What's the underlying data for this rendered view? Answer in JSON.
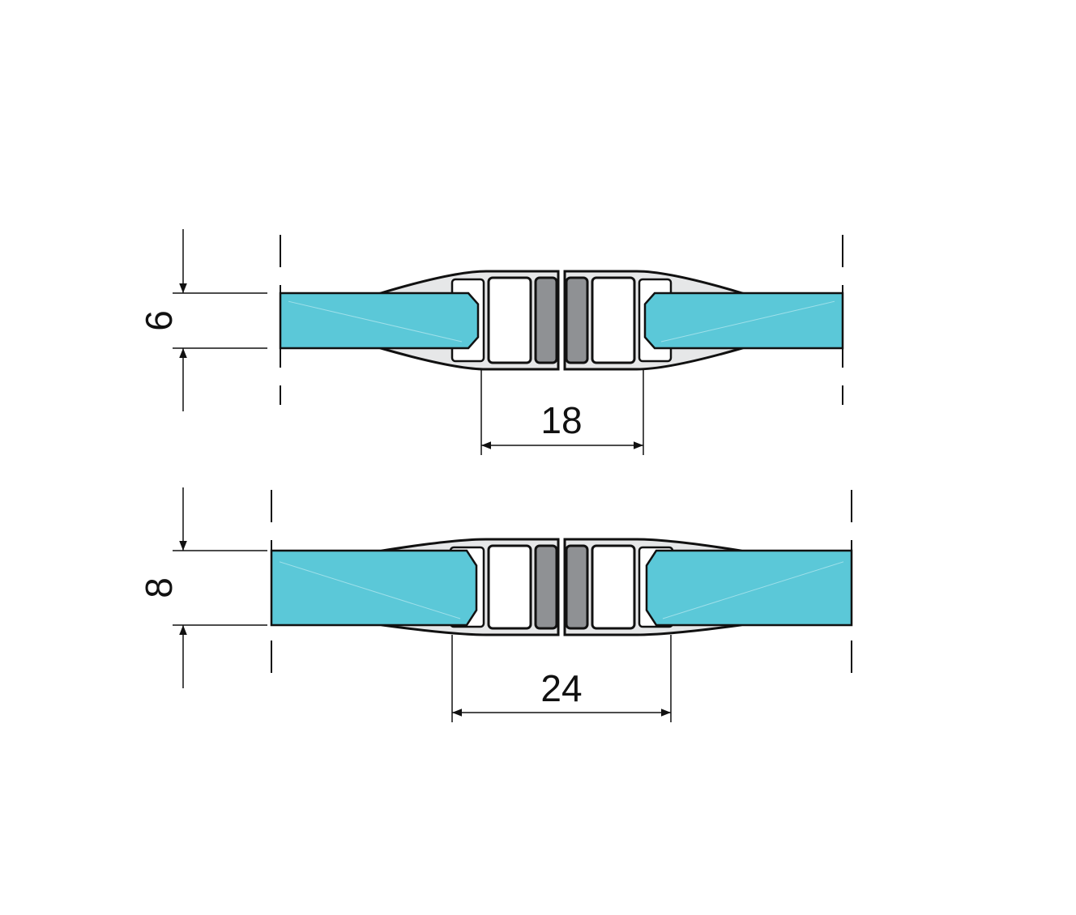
{
  "colors": {
    "glass": "#5bc8d8",
    "profile": "#e6e7e8",
    "magnet": "#8f9194",
    "line": "#111111"
  },
  "assemblies": [
    {
      "glass_thickness_label": "6",
      "profile_width_label": "18"
    },
    {
      "glass_thickness_label": "8",
      "profile_width_label": "24"
    }
  ]
}
